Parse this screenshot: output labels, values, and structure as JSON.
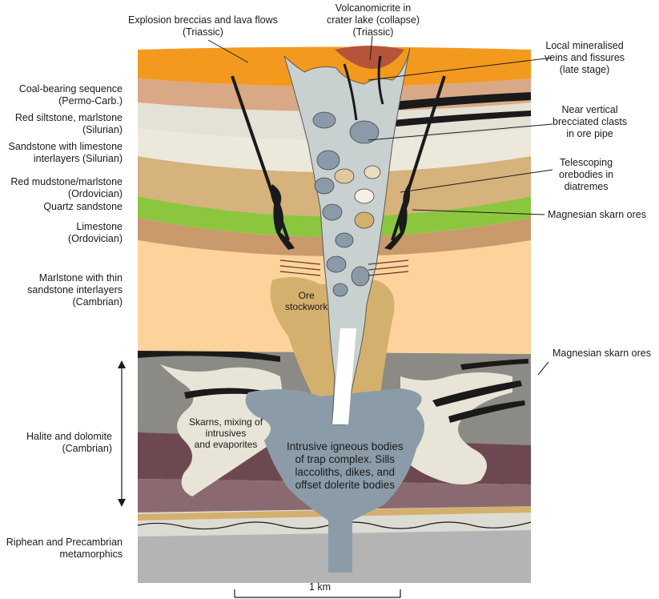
{
  "labels": {
    "explosion": [
      "Explosion breccias and lava flows",
      "(Triassic)"
    ],
    "volcanomicrite": [
      "Volcanomicrite in",
      "crater lake (collapse)",
      "(Triassic)"
    ],
    "coal": [
      "Coal-bearing sequence",
      "(Permo-Carb.)"
    ],
    "red_siltstone": [
      "Red siltstone, marlstone",
      "(Silurian)"
    ],
    "sandstone_lime": [
      "Sandstone with limestone",
      "interlayers (Silurian)"
    ],
    "red_mudstone": [
      "Red mudstone/marlstone",
      "(Ordovician)"
    ],
    "quartz": [
      "Quartz sandstone"
    ],
    "limestone": [
      "Limestone",
      "(Ordovician)"
    ],
    "marlstone": [
      "Marlstone with thin",
      "sandstone interlayers",
      "(Cambrian)"
    ],
    "halite": [
      "Halite and dolomite",
      "(Cambrian)"
    ],
    "riphean": [
      "Riphean and Precambrian",
      "metamorphics"
    ],
    "local_veins": [
      "Local mineralised",
      "veins and fissures",
      "(late stage)"
    ],
    "near_vertical": [
      "Near vertical",
      "brecciated clasts",
      "in  ore pipe"
    ],
    "telescoping": [
      "Telescoping",
      "orebodies in",
      "diatremes"
    ],
    "skarn_upper": [
      "Magnesian skarn ores"
    ],
    "skarn_lower": [
      "Magnesian skarn ores"
    ],
    "ore_stockwork": [
      "Ore",
      "stockwork"
    ],
    "skarns_mixing": [
      "Skarns, mixing of",
      "intrusives",
      "and evaporites"
    ],
    "intrusive": [
      "Intrusive igneous bodies",
      "of trap complex. Sills",
      "laccoliths, dikes, and",
      "offset dolerite bodies"
    ]
  },
  "scale_bar": {
    "label": "1 km"
  },
  "colors": {
    "orange": "#f39a1e",
    "crater": "#b5543a",
    "tan": "#d9a886",
    "pale": "#e4e1d6",
    "beige": "#d6b27c",
    "green": "#8cc63f",
    "brown": "#c99a6c",
    "peach": "#fdd39b",
    "pipe": "#c8d0d0",
    "clast": "#8a9aa8",
    "intrusive": "#8b9ca8",
    "stockwork": "#d4b06e",
    "gray": "#8c8a84",
    "plum": "#6e4850",
    "mauve": "#8a6a70",
    "bedrock": "#b4b4b4"
  }
}
